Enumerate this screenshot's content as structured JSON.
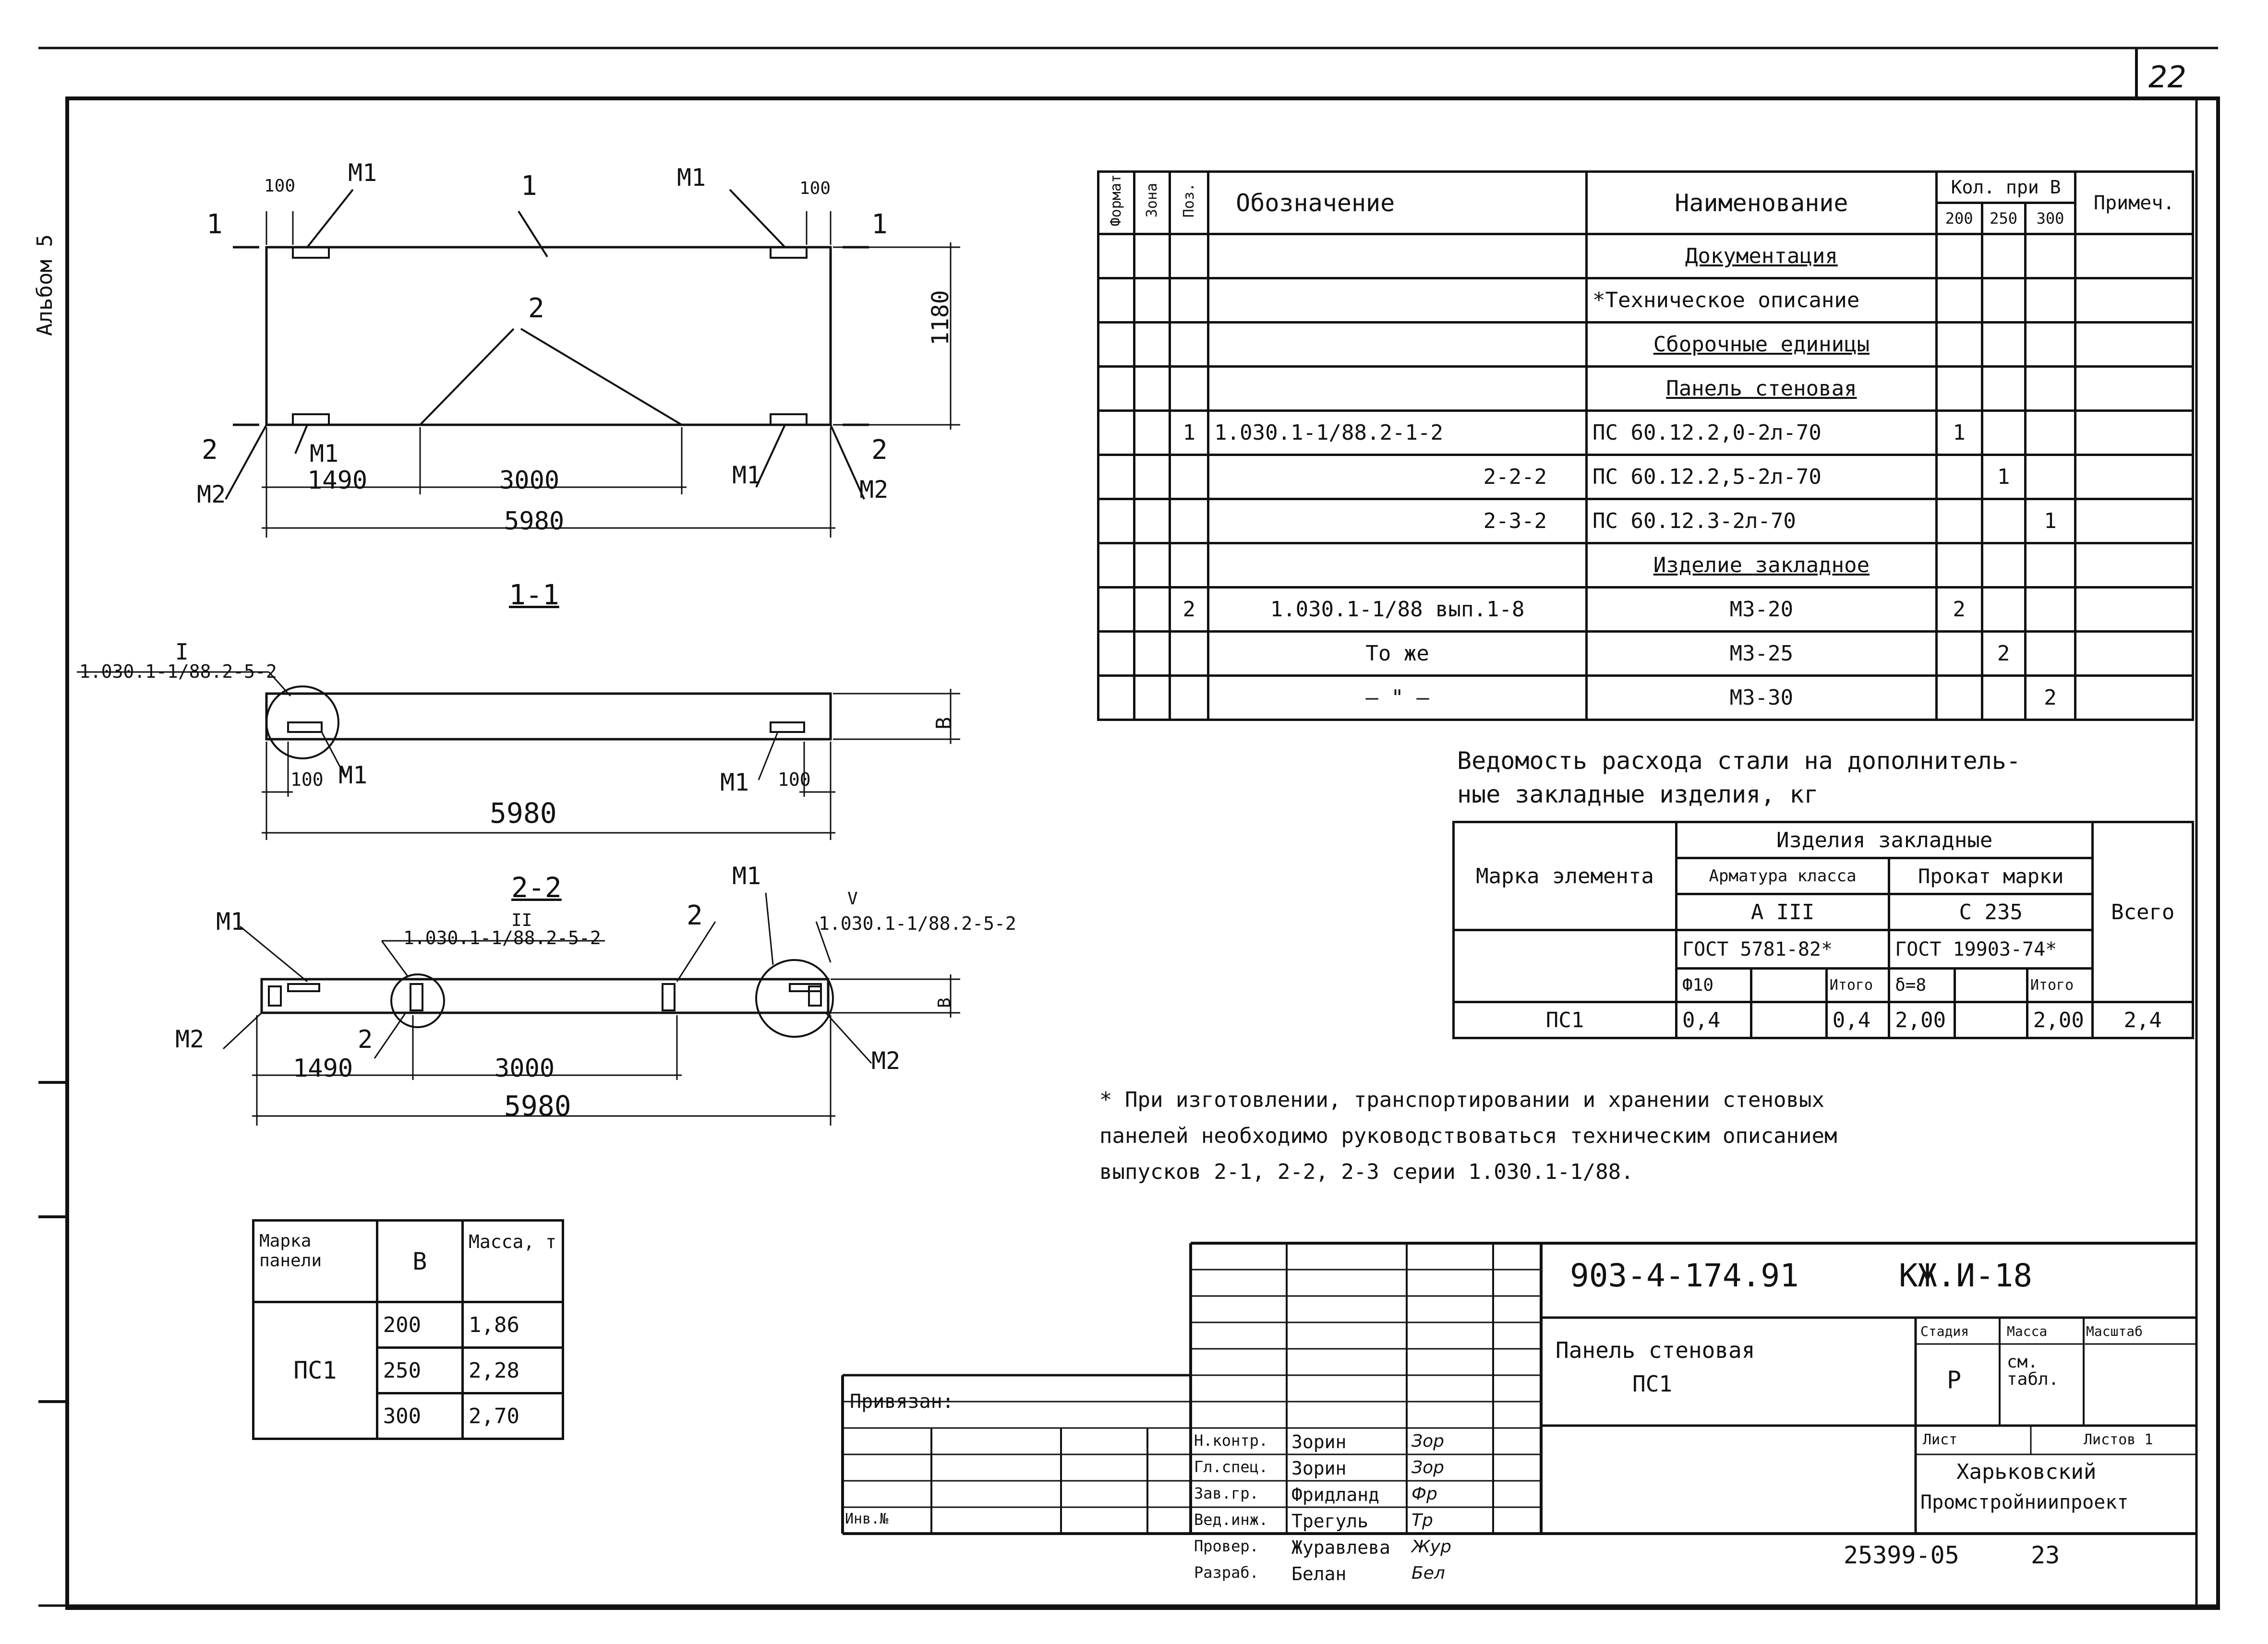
{
  "sheet_number": "22",
  "album_label": "Альбом 5",
  "drawing": {
    "top_view": {
      "section_mark_1": "1",
      "section_mark_2": "2",
      "label_m1": "M1",
      "label_m2": "M2",
      "leader_1": "1",
      "leader_2": "2",
      "dim_100": "100",
      "dim_1180": "1180",
      "dim_1490": "1490",
      "dim_3000": "3000",
      "dim_5980": "5980"
    },
    "section_1_1": {
      "title": "1-1",
      "ref_mark": "I",
      "ref_code": "1.030.1-1/88.2-5-2",
      "label_m1": "M1",
      "dim_100": "100",
      "dim_b": "B",
      "dim_5980": "5980"
    },
    "section_2_2": {
      "title": "2-2",
      "ref_mark_ii": "II",
      "ref_mark_v": "V",
      "ref_code": "1.030.1-1/88.2-5-2",
      "label_m1": "M1",
      "label_m2": "M2",
      "leader_2": "2",
      "dim_b": "B",
      "dim_1490": "1490",
      "dim_3000": "3000",
      "dim_5980": "5980"
    }
  },
  "spec_table": {
    "headers": {
      "format": "Формат",
      "zone": "Зона",
      "pos": "Поз.",
      "designation": "Обозначение",
      "name": "Наименование",
      "qty": "Кол. при B",
      "q200": "200",
      "q250": "250",
      "q300": "300",
      "note": "Примеч."
    },
    "rows": [
      {
        "pos": "",
        "designation": "",
        "name": "Документация",
        "q200": "",
        "q250": "",
        "q300": "",
        "style": "section"
      },
      {
        "pos": "",
        "designation": "",
        "name": "*Техническое описание",
        "q200": "",
        "q250": "",
        "q300": "",
        "style": "plain"
      },
      {
        "pos": "",
        "designation": "",
        "name": "Сборочные единицы",
        "q200": "",
        "q250": "",
        "q300": "",
        "style": "section"
      },
      {
        "pos": "",
        "designation": "",
        "name": "Панель стеновая",
        "q200": "",
        "q250": "",
        "q300": "",
        "style": "section"
      },
      {
        "pos": "1",
        "designation": "1.030.1-1/88.2-1-2",
        "name": "ПС 60.12.2,0-2л-70",
        "q200": "1",
        "q250": "",
        "q300": "",
        "style": "plain"
      },
      {
        "pos": "",
        "designation": "2-2-2",
        "name": "ПС 60.12.2,5-2л-70",
        "q200": "",
        "q250": "1",
        "q300": "",
        "style": "right"
      },
      {
        "pos": "",
        "designation": "2-3-2",
        "name": "ПС 60.12.3-2л-70",
        "q200": "",
        "q250": "",
        "q300": "1",
        "style": "right"
      },
      {
        "pos": "",
        "designation": "",
        "name": "Изделие закладное",
        "q200": "",
        "q250": "",
        "q300": "",
        "style": "section"
      },
      {
        "pos": "2",
        "designation": "1.030.1-1/88 вып.1-8",
        "name": "МЗ-20",
        "q200": "2",
        "q250": "",
        "q300": "",
        "style": "center"
      },
      {
        "pos": "",
        "designation": "То же",
        "name": "МЗ-25",
        "q200": "",
        "q250": "2",
        "q300": "",
        "style": "center"
      },
      {
        "pos": "",
        "designation": "— \" —",
        "name": "МЗ-30",
        "q200": "",
        "q250": "",
        "q300": "2",
        "style": "center"
      }
    ]
  },
  "steel_table": {
    "title_line1": "Ведомость расхода стали на дополнитель-",
    "title_line2": "ные закладные изделия, кг",
    "h_mark": "Марка элемента",
    "h_items": "Изделия закладные",
    "h_rebar": "Арматура класса",
    "h_rolled": "Прокат марки",
    "h_aiii": "А III",
    "h_c235": "С 235",
    "h_gost1": "ГОСТ 5781-82*",
    "h_gost2": "ГОСТ 19903-74*",
    "h_total": "Всего",
    "h_phi10": "Ф10",
    "h_itogo1": "Итого",
    "h_delta": "δ=8",
    "h_itogo2": "Итого",
    "row": {
      "mark": "ПС1",
      "phi10": "0,4",
      "itogo1": "0,4",
      "delta": "2,00",
      "itogo2": "2,00",
      "total": "2,4"
    }
  },
  "note": {
    "line1": "* При изготовлении, транспортировании и хранении стеновых",
    "line2": "панелей необходимо руководствоваться техническим описанием",
    "line3": "выпусков 2-1, 2-2, 2-3 серии 1.030.1-1/88."
  },
  "mass_table": {
    "h_mark": "Марка панели",
    "h_b": "B",
    "h_mass": "Масса, т",
    "mark": "ПС1",
    "rows": [
      {
        "b": "200",
        "mass": "1,86"
      },
      {
        "b": "250",
        "mass": "2,28"
      },
      {
        "b": "300",
        "mass": "2,70"
      }
    ]
  },
  "title_block": {
    "code": "903-4-174.91",
    "sheet_code": "КЖ.И-18",
    "name_line1": "Панель стеновая",
    "name_line2": "ПС1",
    "stage_h": "Стадия",
    "mass_h": "Масса",
    "scale_h": "Масштаб",
    "stage": "Р",
    "mass": "см. табл.",
    "list_h": "Лист",
    "lists_h": "Листов 1",
    "org_line1": "Харьковский",
    "org_line2": "Промстройниипроект",
    "privyazan": "Привязан:",
    "inv": "Инв.№",
    "roles": [
      {
        "role": "Н.контр.",
        "name": "Зорин",
        "sign": "Зор"
      },
      {
        "role": "Гл.спец.",
        "name": "Зорин",
        "sign": "Зор"
      },
      {
        "role": "Зав.гр.",
        "name": "Фридланд",
        "sign": "Фр"
      },
      {
        "role": "Вед.инж.",
        "name": "Трегуль",
        "sign": "Тр"
      },
      {
        "role": "Провер.",
        "name": "Журавлева",
        "sign": "Жур"
      },
      {
        "role": "Разраб.",
        "name": "Белан",
        "sign": "Бел"
      }
    ]
  },
  "footer": {
    "archive": "25399-05",
    "page": "23"
  }
}
